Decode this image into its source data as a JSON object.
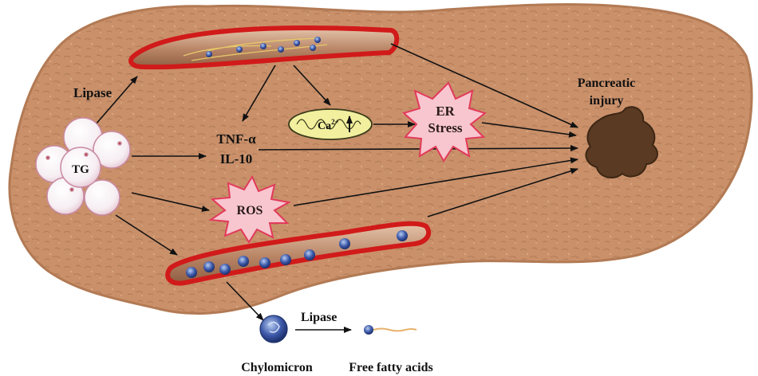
{
  "labels": {
    "lipase_top": "Lipase",
    "tg": "TG",
    "tnf": "TNF-α",
    "il10": "IL-10",
    "ca": "Ca",
    "ca_sup": "2+",
    "er_line1": "ER",
    "er_line2": "Stress",
    "ros": "ROS",
    "injury_line1": "Pancreatic",
    "injury_line2": "injury",
    "lipase_bottom": "Lipase",
    "chylomicron": "Chylomicron",
    "ffa": "Free fatty acids"
  },
  "colors": {
    "pancreas": "#c9906a",
    "pancreas_dark": "#a8714f",
    "vessel_wall": "#d11a1a",
    "vessel_lumen": "#b98566",
    "injury": "#5a3a22",
    "star_fill": "#f7c6cf",
    "star_stroke": "#e23a5a",
    "mito_fill": "#f2ef9e",
    "particle": "#3c58a8",
    "arrow": "#111111"
  }
}
